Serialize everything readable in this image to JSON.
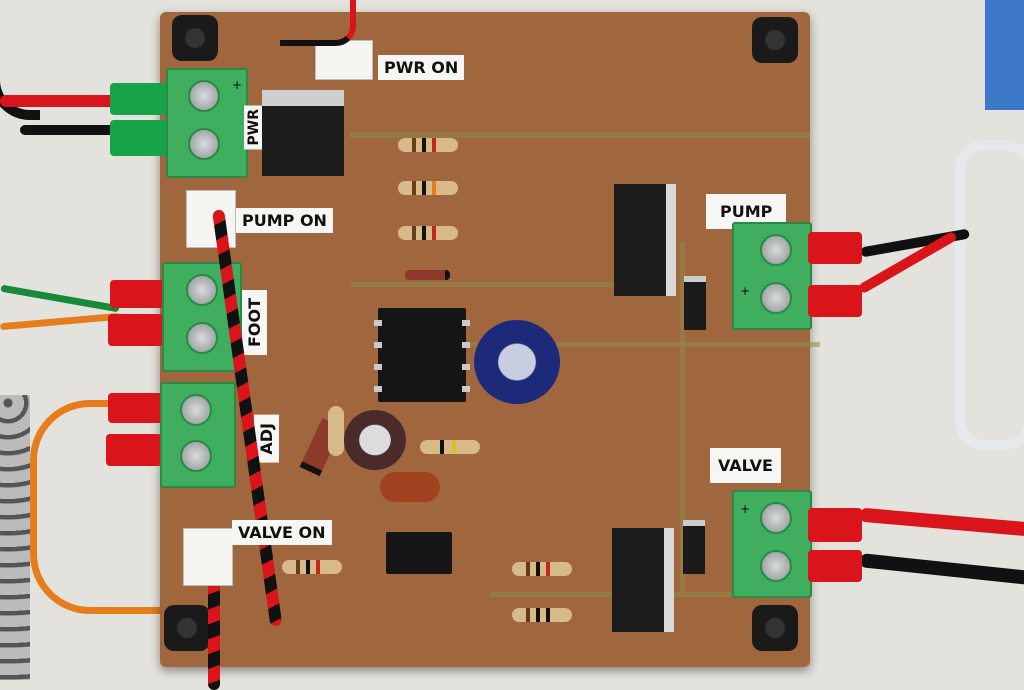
{
  "labels": {
    "pwr_on": "PWR ON",
    "pwr": "PWR",
    "pump_on": "PUMP ON",
    "foot": "FOOT",
    "adj": "ADJ",
    "valve_on": "VALVE ON",
    "pump": "PUMP",
    "valve": "VALVE"
  },
  "polarity": {
    "plus": "+"
  },
  "colors": {
    "board": "#a0673f",
    "terminal": "#3fae5f",
    "red_wire": "#d9141a",
    "background": "#e4e2dc"
  }
}
